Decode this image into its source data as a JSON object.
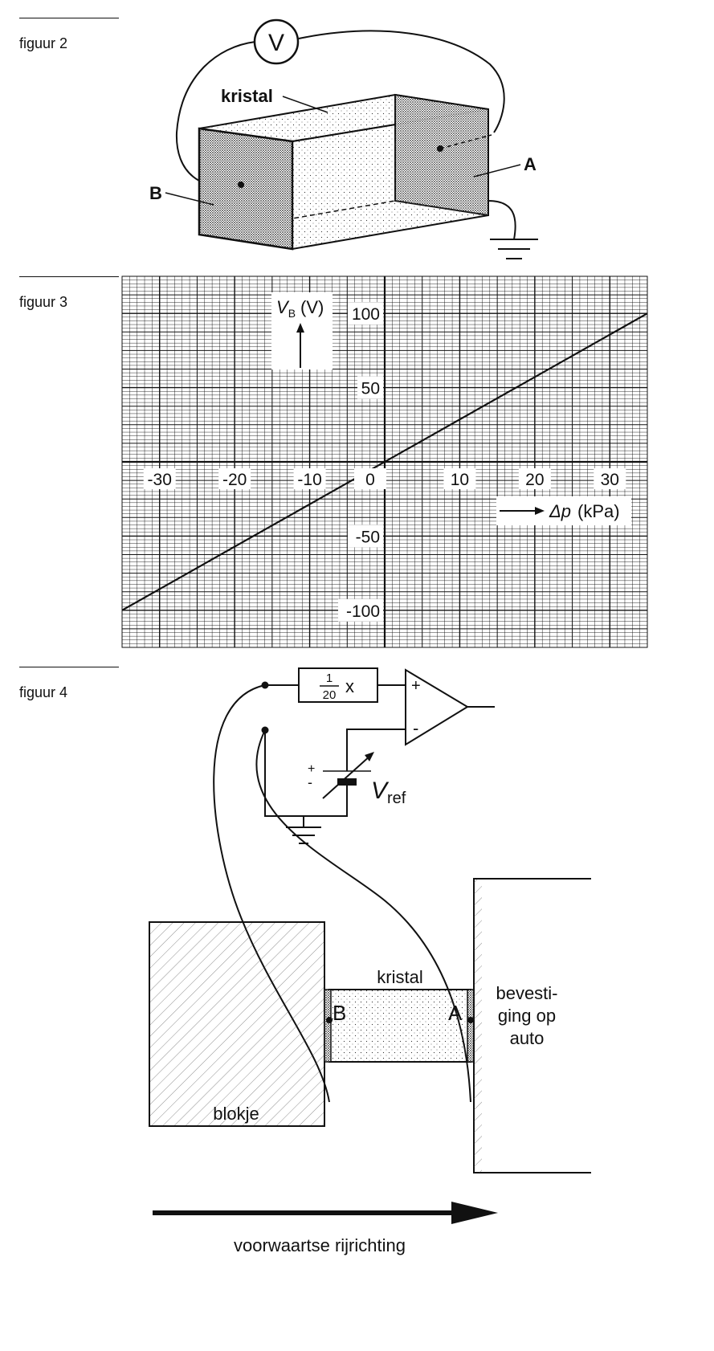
{
  "figures": {
    "fig2": {
      "label": "figuur 2",
      "voltmeter": "V",
      "crystal_label": "kristal",
      "point_a": "A",
      "point_b": "B"
    },
    "fig3": {
      "label": "figuur 3"
    },
    "fig4": {
      "label": "figuur 4",
      "amplifier_numerator": "1",
      "amplifier_denominator": "20",
      "amplifier_suffix": "x",
      "comparator_plus": "+",
      "comparator_minus": "-",
      "source_plus": "+",
      "source_minus": "-",
      "vref_main": "V",
      "vref_sub": "ref",
      "block_label": "blokje",
      "crystal_label": "kristal",
      "point_a": "A",
      "point_b": "B",
      "mount_label": [
        "bevesti-",
        "ging op",
        "auto"
      ],
      "direction_label": "voorwaartse rijrichting"
    }
  },
  "chart_data": {
    "type": "line",
    "ylabel_main": "V",
    "ylabel_sub": "B",
    "ylabel_unit": "(V)",
    "xlabel_symbol": "Δp",
    "xlabel_unit": "(kPa)",
    "x_ticks": [
      "-30",
      "-20",
      "-10",
      "0",
      "10",
      "20",
      "30"
    ],
    "y_ticks": [
      "100",
      "50",
      "-50",
      "-100"
    ],
    "xlim": [
      -35,
      35
    ],
    "ylim": [
      -125,
      125
    ],
    "grid": true,
    "series": [
      {
        "x": [
          -35,
          35
        ],
        "y": [
          -100,
          100
        ]
      }
    ]
  }
}
